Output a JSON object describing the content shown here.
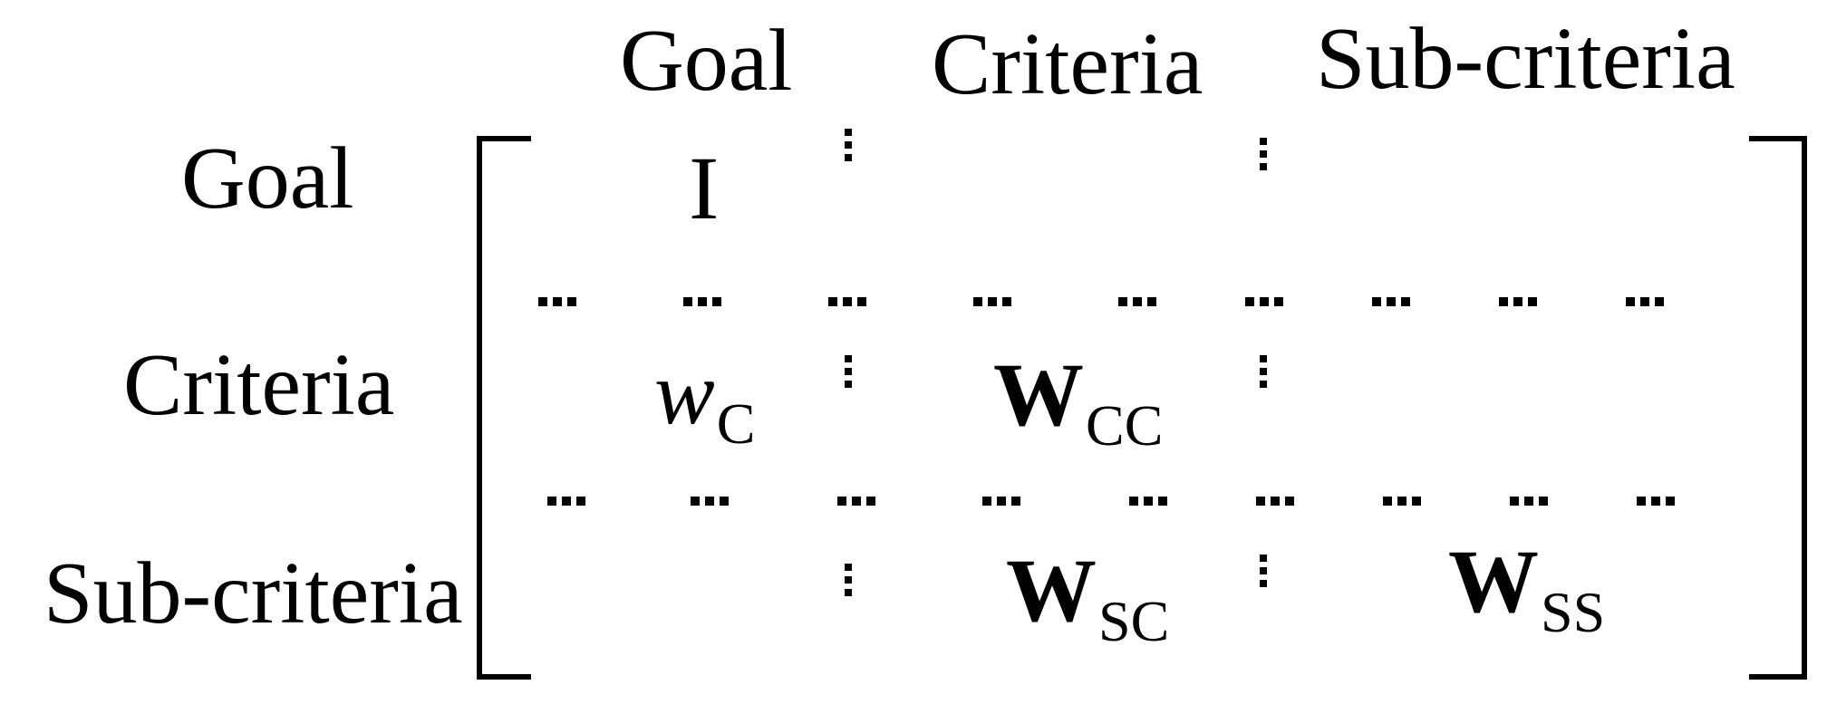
{
  "column_headers": {
    "goal": "Goal",
    "criteria": "Criteria",
    "subcriteria": "Sub-criteria"
  },
  "row_headers": {
    "goal": "Goal",
    "criteria": "Criteria",
    "subcriteria": "Sub-criteria"
  },
  "matrix": {
    "goal_goal": "I",
    "criteria_goal": {
      "symbol": "w",
      "subscript": "C"
    },
    "criteria_criteria": {
      "symbol": "W",
      "subscript": "CC"
    },
    "subcriteria_criteria": {
      "symbol": "W",
      "subscript": "SC"
    },
    "subcriteria_subcriteria": {
      "symbol": "W",
      "subscript": "SS"
    }
  }
}
